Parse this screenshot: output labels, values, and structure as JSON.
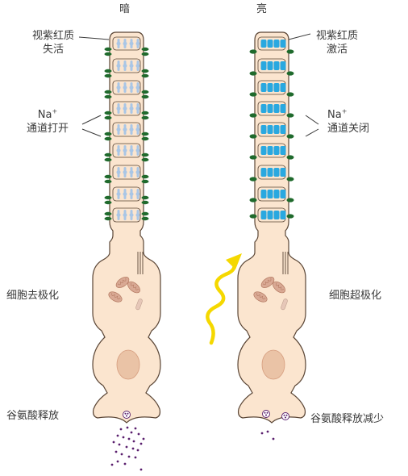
{
  "dark": {
    "title": "暗",
    "rhodopsin_line1": "视紫红质",
    "rhodopsin_line2": "失活",
    "na_prefix": "Na",
    "na_superscript": "+",
    "na_channel_state": "通道打开",
    "cell_state": "细胞去极化",
    "glutamate": "谷氨酸释放"
  },
  "light": {
    "title": "亮",
    "rhodopsin_line1": "视紫红质",
    "rhodopsin_line2": "激活",
    "na_prefix": "Na",
    "na_superscript": "+",
    "na_channel_state": "通道关闭",
    "cell_state": "细胞超极化",
    "glutamate": "谷氨酸释放减少"
  },
  "colors": {
    "cell_fill": "#fbe5cf",
    "cell_outline": "#5a4535",
    "channel": "#1f6a2c",
    "rhodopsin_inactive": "#a9c6e6",
    "rhodopsin_active": "#29a8e0",
    "light_ray": "#f5d800",
    "glutamate": "#5a1f6e",
    "mitochondria": "#d9a994",
    "nucleus": "#eac3a6"
  }
}
